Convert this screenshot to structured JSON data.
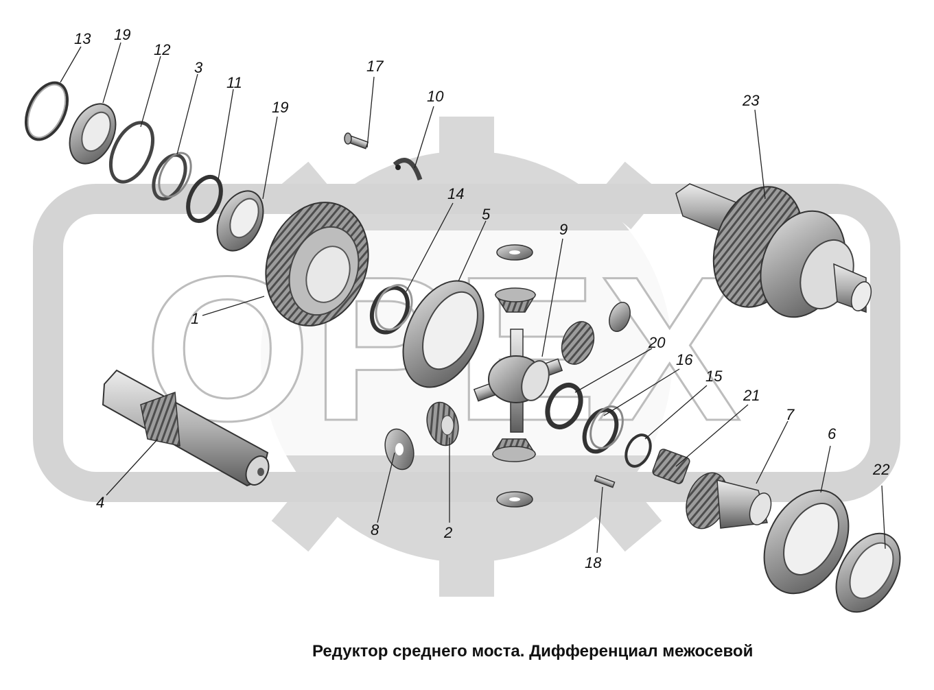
{
  "caption": "Редуктор среднего моста. Дифференциал межосевой",
  "watermark_text": "ОРЕХ",
  "colors": {
    "watermark": "#d4d4d4",
    "part_light": "#c8c8c8",
    "part_mid": "#8f8f8f",
    "part_dark": "#4a4a4a",
    "line": "#222222"
  },
  "callouts": {
    "c1": "1",
    "c2": "2",
    "c3": "3",
    "c4": "4",
    "c5": "5",
    "c6": "6",
    "c7": "7",
    "c8": "8",
    "c9": "9",
    "c10": "10",
    "c11": "11",
    "c12": "12",
    "c13": "13",
    "c14": "14",
    "c15": "15",
    "c16": "16",
    "c17": "17",
    "c18": "18",
    "c19a": "19",
    "c19b": "19",
    "c20": "20",
    "c21": "21",
    "c22": "22",
    "c23": "23"
  },
  "parts": [
    {
      "id": "13",
      "name": "snap-ring"
    },
    {
      "id": "19",
      "name": "bearing"
    },
    {
      "id": "12",
      "name": "ring"
    },
    {
      "id": "3",
      "name": "ring"
    },
    {
      "id": "11",
      "name": "ring"
    },
    {
      "id": "1",
      "name": "drive-gear"
    },
    {
      "id": "4",
      "name": "input-shaft"
    },
    {
      "id": "14",
      "name": "ring"
    },
    {
      "id": "5",
      "name": "differential-case-half"
    },
    {
      "id": "17",
      "name": "bolt"
    },
    {
      "id": "10",
      "name": "lock-plate"
    },
    {
      "id": "9",
      "name": "spider-cross"
    },
    {
      "id": "2",
      "name": "satellite-gear"
    },
    {
      "id": "8",
      "name": "thrust-washer"
    },
    {
      "id": "20",
      "name": "ring"
    },
    {
      "id": "16",
      "name": "ring"
    },
    {
      "id": "15",
      "name": "ring"
    },
    {
      "id": "21",
      "name": "needle-bearing"
    },
    {
      "id": "18",
      "name": "pin"
    },
    {
      "id": "7",
      "name": "side-gear"
    },
    {
      "id": "6",
      "name": "differential-case-half"
    },
    {
      "id": "22",
      "name": "bearing"
    },
    {
      "id": "23",
      "name": "differential-assembly"
    }
  ]
}
